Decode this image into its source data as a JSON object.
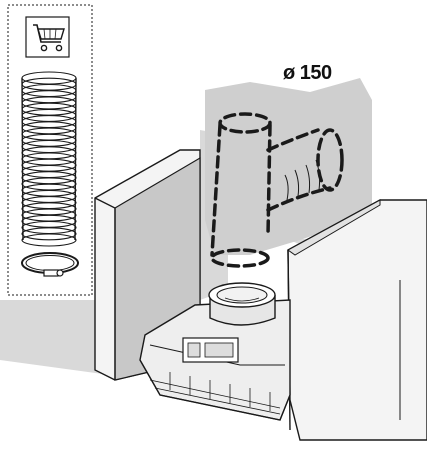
{
  "diagram": {
    "duct_diameter_label": "ø 150",
    "accessory_kit_icon": "shopping-cart-icon",
    "items": [
      "flexible-duct-hose",
      "hose-clamp",
      "duct-adapter",
      "cooker-hood"
    ],
    "colors": {
      "line": "#1a1a1a",
      "wall": "#d9d9d9",
      "duct_area": "#cfcfcf",
      "cabinet": "#f4f4f4",
      "cabinet_shadow": "#c8c8c8"
    }
  }
}
